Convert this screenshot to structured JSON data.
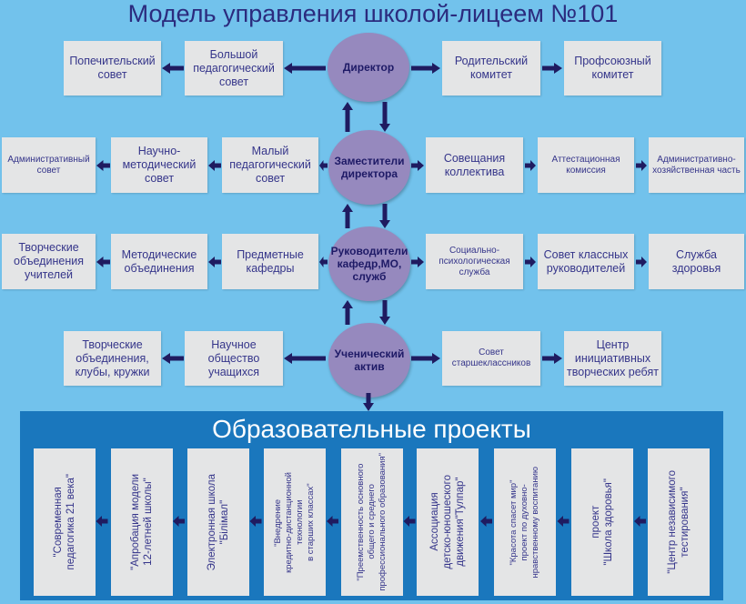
{
  "title": "Модель управления школой-лицеем №101",
  "colors": {
    "background": "#72c2ec",
    "box": "#e4e5e6",
    "circle": "#9689be",
    "arrow": "#1f1b60",
    "panel": "#1a77bd"
  },
  "rows": [
    {
      "center": "Директор",
      "left": [
        "Большой педагогический совет",
        "Попечительский совет"
      ],
      "right": [
        "Родительский комитет",
        "Профсоюзный комитет"
      ]
    },
    {
      "center": "Заместители директора",
      "left": [
        "Малый педагогический совет",
        "Научно-методический совет",
        "Административный совет"
      ],
      "right": [
        "Совещания коллектива",
        "Аттестационная комиссия",
        "Административно-хозяйственная часть"
      ]
    },
    {
      "center": "Руководители кафедр,МО, служб",
      "left": [
        "Предметные кафедры",
        "Методические объединения",
        "Творческие объединения учителей"
      ],
      "right": [
        "Социально-психологическая служба",
        "Совет классных руководителей",
        "Служба здоровья"
      ]
    },
    {
      "center": "Ученический актив",
      "left": [
        "Научное общество учащихся",
        "Творческие объединения, клубы, кружки"
      ],
      "right": [
        "Совет старшеклассников",
        "Центр инициативных творческих ребят"
      ]
    }
  ],
  "projects": {
    "title": "Образовательные проекты",
    "items": [
      "\"Современная\nпедагогика 21 века\"",
      "\"Апробация модели\n12-летней школы\"",
      "Электронная школа\n\"Білімал\"",
      "\"Внедрение\nкредитно-дистанционной\nтехнологии\nв старших классах\"",
      "\"Преемственность основного\nобщего и среднего\nпрофессионального образования\"",
      "Ассоциация\nдетско-юношеского\nдвижения\"Тулпар\"",
      "\"Красота спасет мир\"\nпроект по духовно-\nнравственному воспитанию",
      "проект\n\"Школа здоровья\"",
      "\"Центр независимого\nтестирования\""
    ]
  }
}
